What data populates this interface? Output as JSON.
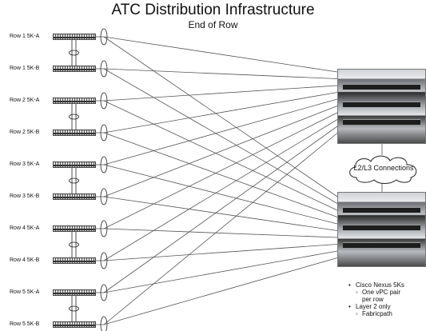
{
  "title": "ATC Distribution Infrastructure",
  "subtitle": "End of Row",
  "rows": [
    {
      "a": "Row 1 5K-A",
      "b": "Row 1 5K-B"
    },
    {
      "a": "Row 2 5K-A",
      "b": "Row 2 5K-B"
    },
    {
      "a": "Row 3 5K-A",
      "b": "Row 3 5K-B"
    },
    {
      "a": "Row 4 5K-A",
      "b": "Row 4 5K-B"
    },
    {
      "a": "Row 5 5K-A",
      "b": "Row 5 5K-B"
    }
  ],
  "cloud_label": "L2/L3 Connections",
  "notes": [
    {
      "text": "Cisco Nexus 5Ks",
      "level": 1
    },
    {
      "text": "One vPC pair",
      "level": 2
    },
    {
      "text": "per row",
      "level": 3
    },
    {
      "text": "Layer 2 only",
      "level": 1
    },
    {
      "text": "Fabricpath",
      "level": 2
    }
  ],
  "colors": {
    "wire": "#555555",
    "switch": "#7a7a7a",
    "chassis": "#9da1a6"
  }
}
